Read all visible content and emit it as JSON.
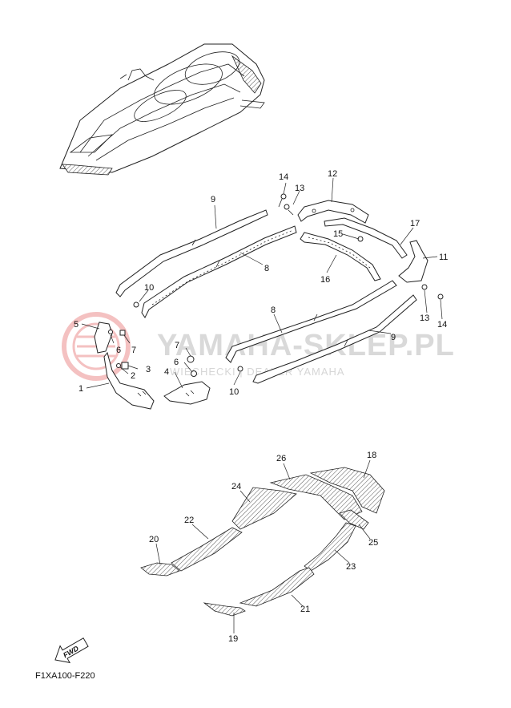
{
  "watermark": {
    "brand": "YAMAHA-SKLEP.PL",
    "subtitle": "WIECHECKI | DEALER YAMAHA"
  },
  "fwd_label": "FWD",
  "diagram_code": "F1XA100-F220",
  "callouts": {
    "c1": "1",
    "c2": "2",
    "c3": "3",
    "c4": "4",
    "c5": "5",
    "c6a": "6",
    "c6b": "6",
    "c7a": "7",
    "c7b": "7",
    "c8a": "8",
    "c8b": "8",
    "c9a": "9",
    "c9b": "9",
    "c10a": "10",
    "c10b": "10",
    "c11": "11",
    "c12": "12",
    "c13a": "13",
    "c13b": "13",
    "c14a": "14",
    "c14b": "14",
    "c15": "15",
    "c16": "16",
    "c17": "17",
    "c18": "18",
    "c19": "19",
    "c20": "20",
    "c21": "21",
    "c22": "22",
    "c23": "23",
    "c24": "24",
    "c25": "25",
    "c26": "26"
  }
}
